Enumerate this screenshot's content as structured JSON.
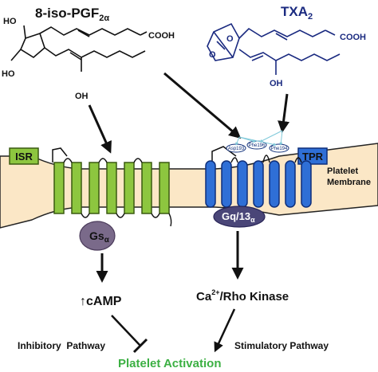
{
  "ligands": {
    "left": {
      "name_main": "8-iso-PGF",
      "name_sub": "2α",
      "groups": [
        "HO",
        "HO",
        "OH",
        "COOH"
      ]
    },
    "right": {
      "name_main": "TXA",
      "name_sub": "2",
      "groups": [
        "O",
        "O",
        "OH",
        "COOH"
      ]
    }
  },
  "receptors": {
    "left": {
      "label": "ISR",
      "gprotein_main": "Gs",
      "gprotein_sub": "α"
    },
    "right": {
      "label": "TPR",
      "gprotein_main": "Gq/13",
      "gprotein_sub": "α",
      "residues": [
        "Asp193",
        "Phe196",
        "Phe194"
      ]
    }
  },
  "membrane": {
    "label_line1": "Platelet",
    "label_line2": "Membrane"
  },
  "pathways": {
    "left_mediator": "cAMP",
    "left_mediator_prefix": "↑",
    "right_mediator_pre": "Ca",
    "right_mediator_sup": "2+",
    "right_mediator_post": "/Rho Kinase",
    "inhibitory_label": "Inhibitory  Pathway",
    "stimulatory_label": "Stimulatory Pathway",
    "outcome": "Platelet Activation"
  },
  "colors": {
    "isr_fill": "#8dc63f",
    "isr_stroke": "#3a5a10",
    "tpr_fill": "#2f6fd6",
    "tpr_stroke": "#0f2f7a",
    "membrane_fill": "#fbe7c6",
    "membrane_stroke": "#222222",
    "gs_fill": "#7a6a8a",
    "gq_fill": "#4a4678",
    "txa_color": "#1a2a80",
    "outcome_color": "#3cb043"
  }
}
